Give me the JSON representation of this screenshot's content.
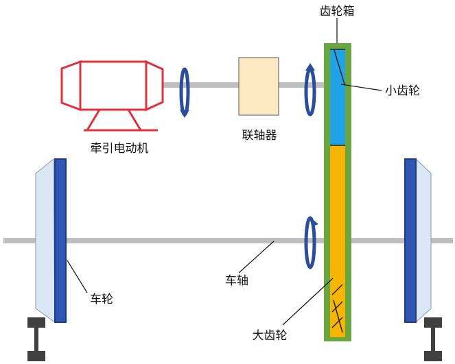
{
  "labels": {
    "gearbox": "齿轮箱",
    "pinion": "小齿轮",
    "motor": "牵引电动机",
    "coupling": "联轴器",
    "wheel": "车轮",
    "axle": "车轴",
    "gear": "大齿轮"
  },
  "colors": {
    "motor_outline": "#e0303b",
    "shaft": "#bfbfbf",
    "coupling_fill": "#fde9c4",
    "gearbox_frame": "#6aa63f",
    "pinion_fill": "#1fa3e6",
    "gear_fill": "#f7b500",
    "wheel_face": "#dce7f5",
    "wheel_rim": "#2f56b5",
    "rotation_arrow": "#2a4e9c",
    "rail": "#404040"
  }
}
